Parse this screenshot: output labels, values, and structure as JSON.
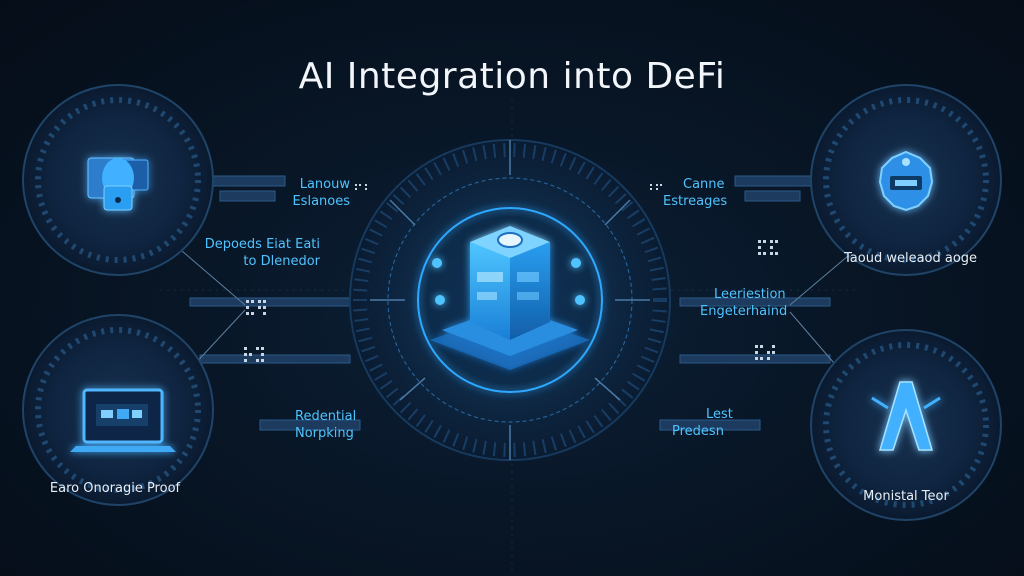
{
  "title": "AI Integration into DeFi",
  "colors": {
    "background": "#081626",
    "accent": "#2fa8ff",
    "label_cyan": "#4fc3ff",
    "label_white": "#e8eef5"
  },
  "labels": {
    "top_left": [
      "Lanouw",
      "Eslanoes"
    ],
    "mid_left": [
      "Depoeds Eiat Eati",
      "to Dlenedor"
    ],
    "lower_left": [
      "Redential",
      "Norpking"
    ],
    "top_right": [
      "Canne",
      "Estreages"
    ],
    "mid_right": [
      "Leeriestion",
      "Engeterhaind"
    ],
    "lower_right": [
      "Lest",
      "Predesn"
    ],
    "node_top_right": "Taoud weleaod aoge",
    "node_bottom_left": "Earo Onoragie Proof",
    "node_bottom_right": "Monistal Teor"
  },
  "icons": {
    "node_top_left": "database-phone-icon",
    "node_bottom_left": "laptop-icon",
    "node_top_right": "gear-cog-icon",
    "node_bottom_right": "letter-a-logo-icon",
    "center": "ai-server-cube-icon"
  }
}
